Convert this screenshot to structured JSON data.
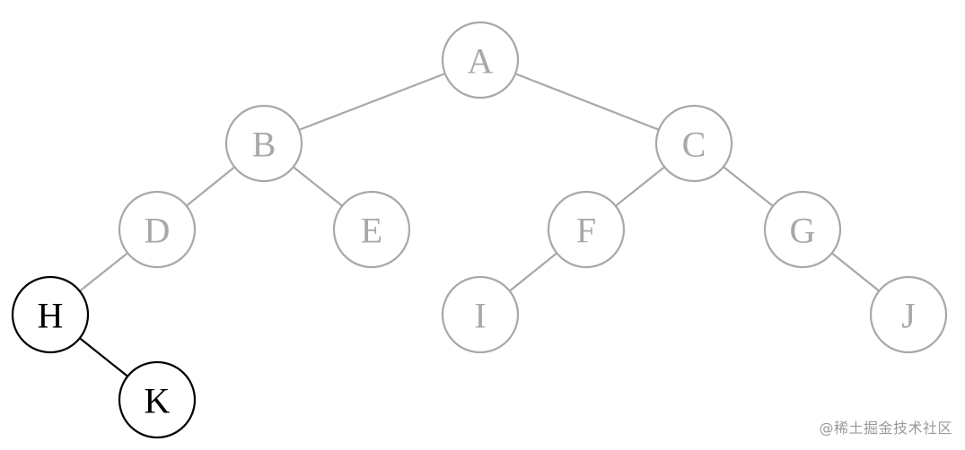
{
  "colors": {
    "faded": "#a8a8a8",
    "highlight": "#000000",
    "watermark": "#9a9a9a"
  },
  "nodes": [
    {
      "id": "A",
      "label": "A",
      "highlighted": false
    },
    {
      "id": "B",
      "label": "B",
      "highlighted": false
    },
    {
      "id": "C",
      "label": "C",
      "highlighted": false
    },
    {
      "id": "D",
      "label": "D",
      "highlighted": false
    },
    {
      "id": "E",
      "label": "E",
      "highlighted": false
    },
    {
      "id": "F",
      "label": "F",
      "highlighted": false
    },
    {
      "id": "G",
      "label": "G",
      "highlighted": false
    },
    {
      "id": "H",
      "label": "H",
      "highlighted": true
    },
    {
      "id": "I",
      "label": "I",
      "highlighted": false
    },
    {
      "id": "J",
      "label": "J",
      "highlighted": false
    },
    {
      "id": "K",
      "label": "K",
      "highlighted": true
    }
  ],
  "edges": [
    {
      "from": "A",
      "to": "B",
      "highlighted": false
    },
    {
      "from": "A",
      "to": "C",
      "highlighted": false
    },
    {
      "from": "B",
      "to": "D",
      "highlighted": false
    },
    {
      "from": "B",
      "to": "E",
      "highlighted": false
    },
    {
      "from": "C",
      "to": "F",
      "highlighted": false
    },
    {
      "from": "C",
      "to": "G",
      "highlighted": false
    },
    {
      "from": "D",
      "to": "H",
      "highlighted": false
    },
    {
      "from": "F",
      "to": "I",
      "highlighted": false
    },
    {
      "from": "G",
      "to": "J",
      "highlighted": false
    },
    {
      "from": "H",
      "to": "K",
      "highlighted": true
    }
  ],
  "watermark": "@稀土掘金技术社区"
}
